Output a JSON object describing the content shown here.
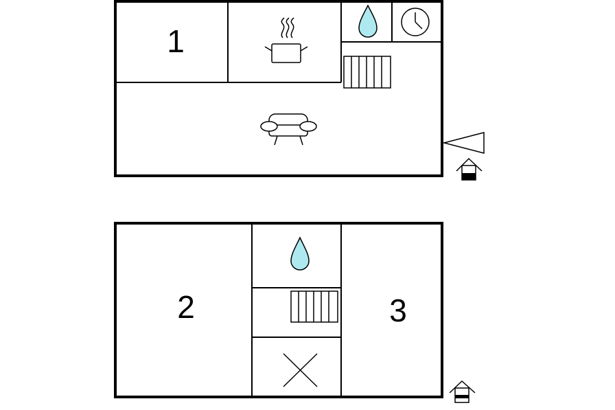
{
  "colors": {
    "wall": "#000000",
    "water": "#aee9ef",
    "background": "#ffffff"
  },
  "floor_upper": {
    "rooms": [
      {
        "label": "1",
        "kind": "bedroom"
      },
      {
        "kind": "kitchen",
        "icon": "cooking-pot-icon"
      },
      {
        "kind": "bathroom",
        "icon": "water-drop-icon"
      },
      {
        "kind": "utility",
        "icon": "clock-icon"
      },
      {
        "kind": "heater",
        "icon": "radiator-icon"
      },
      {
        "kind": "living-room",
        "icon": "sofa-icon"
      }
    ],
    "markers": [
      "view-direction-icon",
      "entrance-house-icon"
    ]
  },
  "floor_lower": {
    "rooms": [
      {
        "label": "2",
        "kind": "bedroom"
      },
      {
        "kind": "bathroom",
        "icon": "water-drop-icon"
      },
      {
        "kind": "heater",
        "icon": "radiator-icon"
      },
      {
        "kind": "storage",
        "icon": "cross-icon"
      },
      {
        "label": "3",
        "kind": "bedroom"
      }
    ],
    "markers": [
      "entrance-house-icon"
    ]
  }
}
